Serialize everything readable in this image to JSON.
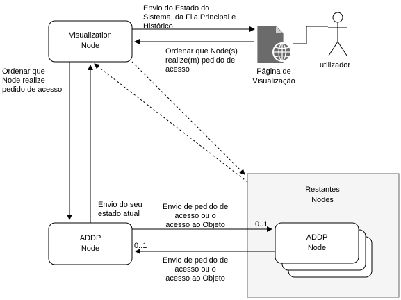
{
  "nodes": {
    "visualization": "Visualization\nNode",
    "addp_local": "ADDP\nNode",
    "addp_remote": "ADDP\nNode",
    "group_title": "Restantes\nNodes",
    "page_label": "Página de\nVisualização",
    "actor_label": "utilizador"
  },
  "edges": {
    "send_state": "Envio do Estado do\nSistema, da Fila Principal e\nHistórico",
    "order_nodes": "Ordenar que Node(s)\nrealize(m) pedido de\nacesso",
    "order_node": "Ordenar que\nNode realize\npedido de acesso",
    "send_current_state": "Envio do seu\nestado atual",
    "request_out": "Envio de pedido de\nacesso ou o\nacesso ao Objeto",
    "request_in": "Envio de pedido de\nacesso ou o\nacesso ao Objeto",
    "mult_out": "0..1",
    "mult_in": "0..1"
  }
}
